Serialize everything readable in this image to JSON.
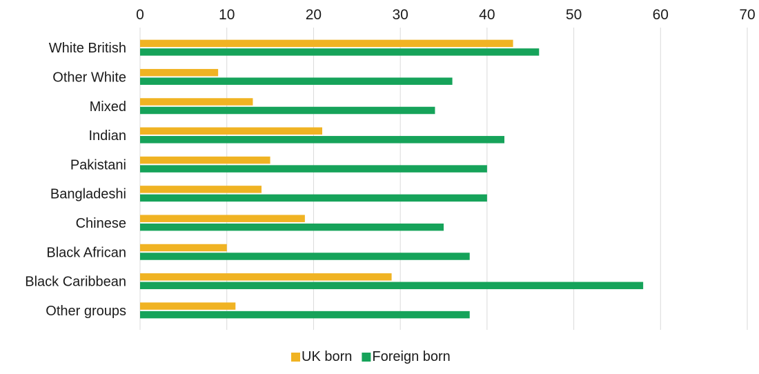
{
  "chart_data": {
    "type": "bar",
    "orientation": "horizontal",
    "categories": [
      "White British",
      "Other White",
      "Mixed",
      "Indian",
      "Pakistani",
      "Bangladeshi",
      "Chinese",
      "Black African",
      "Black Caribbean",
      "Other groups"
    ],
    "series": [
      {
        "name": "UK born",
        "color": "#f0b323",
        "values": [
          43,
          9,
          13,
          21,
          15,
          14,
          19,
          10,
          29,
          11
        ]
      },
      {
        "name": "Foreign born",
        "color": "#16a35a",
        "values": [
          46,
          36,
          34,
          42,
          40,
          40,
          35,
          38,
          58,
          38
        ]
      }
    ],
    "xlim": [
      0,
      70
    ],
    "xticks": [
      0,
      10,
      20,
      30,
      40,
      50,
      60,
      70
    ],
    "x_axis_position": "top",
    "grid": "vertical",
    "legend_position": "bottom-center",
    "title": "",
    "xlabel": "",
    "ylabel": ""
  },
  "colors": {
    "grid": "#d9d9d9",
    "text": "#1a1a1a"
  }
}
